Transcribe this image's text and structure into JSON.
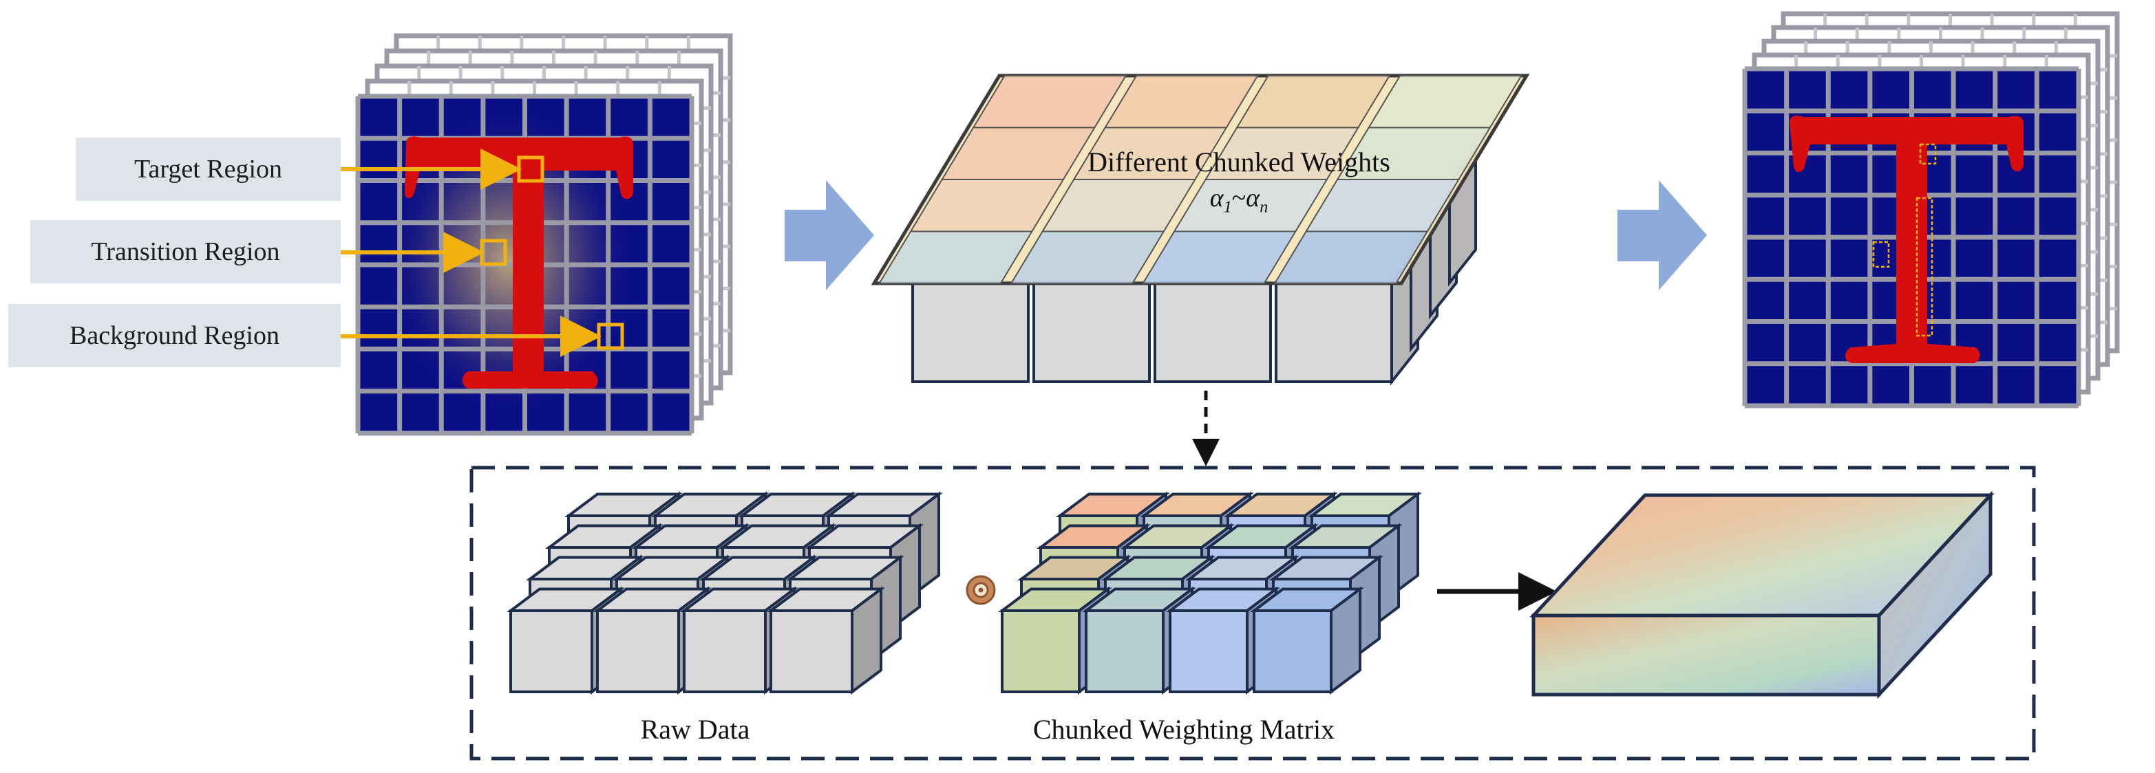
{
  "regions": {
    "target": "Target Region",
    "transition": "Transition Region",
    "background": "Background Region"
  },
  "weights": {
    "title": "Different Chunked Weights",
    "range_start": "α",
    "range_start_sub": "1",
    "range_sep": "~",
    "range_end": "α",
    "range_end_sub": "n"
  },
  "captions": {
    "raw_data": "Raw Data",
    "chunked_matrix": "Chunked Weighting Matrix"
  },
  "operator_symbol": "⊙",
  "colors": {
    "image_background": "#0b0f86",
    "grid_line": "#9a9aa6",
    "letter": "#d80d0d",
    "highlight_box": "#f1b20f",
    "flow_arrow": "#8eaadb",
    "cube_face": "#d9d9d9",
    "cube_edge": "#1f2d4d",
    "label_bg": "#dfe3ea"
  }
}
